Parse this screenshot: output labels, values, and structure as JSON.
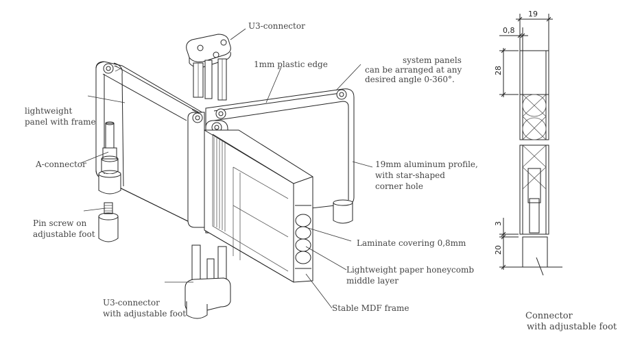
{
  "labels": {
    "u3_connector_top": "U3-connector",
    "plastic_edge": "1mm plastic edge",
    "system_panels_1": "system panels",
    "system_panels_2": "can be arranged at any",
    "system_panels_3": "desired angle 0-360°.",
    "lightweight_panel_1": "lightweight",
    "lightweight_panel_2": "panel with frame",
    "a_connector": "A-connector",
    "aluminum_profile_1": "19mm aluminum profile,",
    "aluminum_profile_2": "with star-shaped",
    "aluminum_profile_3": "corner hole",
    "pin_screw_1": "Pin screw on",
    "pin_screw_2": "adjustable foot",
    "laminate": "Laminate covering 0,8mm",
    "honeycomb_1": "Lightweight paper honeycomb",
    "honeycomb_2": "middle layer",
    "u3_foot_1": "U3-connector",
    "u3_foot_2": "with adjustable foot",
    "mdf_frame": "Stable MDF frame"
  },
  "section": {
    "dim_width": "19",
    "dim_edge": "0,8",
    "dim_28": "28",
    "dim_3": "3",
    "dim_20": "20",
    "caption_1": "Connector",
    "caption_2": "with adjustable foot"
  }
}
